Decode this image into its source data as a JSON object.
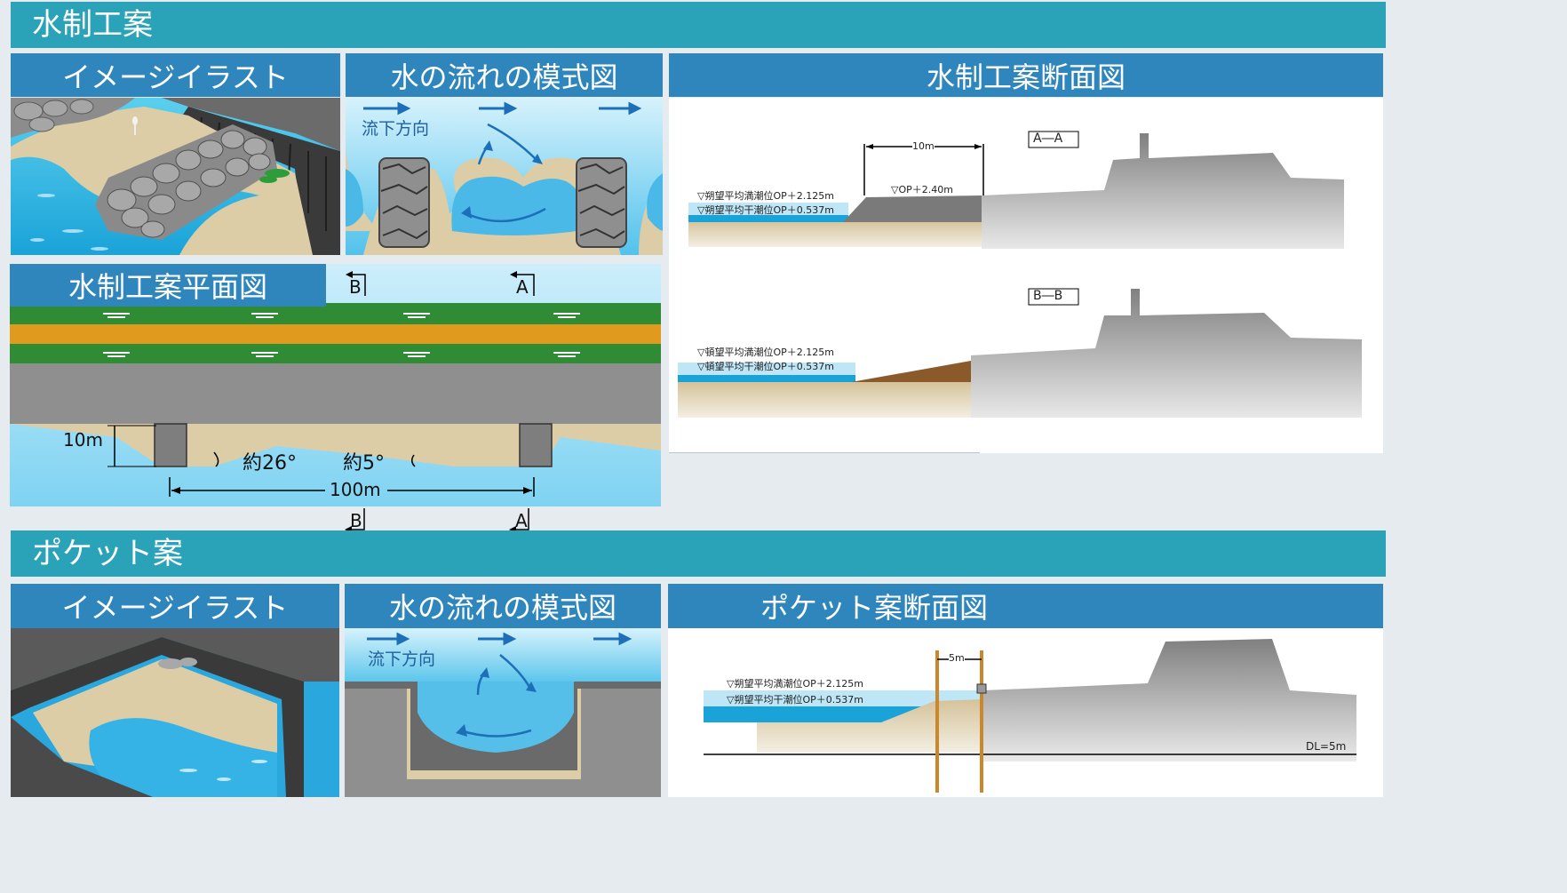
{
  "sections": {
    "groin": {
      "title": "水制工案",
      "illustration_title": "イメージイラスト",
      "flow_title": "水の流れの模式図",
      "flow_direction": "流下方向",
      "cross_title": "水制工案断面図",
      "plan_title": "水制工案平面図",
      "plan": {
        "height_label": "10m",
        "angle1": "約26°",
        "angle2": "約5°",
        "span_label": "100m",
        "mark_b": "B",
        "mark_a": "A"
      },
      "section_aa": {
        "label": "A―A",
        "width_label": "10m",
        "op_label": "▽OP＋2.40m",
        "high_tide": "▽朔望平均満潮位OP＋2.125m",
        "low_tide": "▽朔望平均干潮位OP＋0.537m"
      },
      "section_bb": {
        "label": "B―B",
        "high_tide": "▽頓望平均満潮位OP＋2.125m",
        "low_tide": "▽頓望平均干潮位OP＋0.537m"
      }
    },
    "pocket": {
      "title": "ポケット案",
      "illustration_title": "イメージイラスト",
      "flow_title": "水の流れの模式図",
      "flow_direction": "流下方向",
      "cross_title": "ポケット案断面図",
      "section": {
        "width_label": "5m",
        "high_tide": "▽朔望平均満潮位OP＋2.125m",
        "low_tide": "▽朔望平均干潮位OP＋0.537m",
        "dl_label": "DL=5m"
      }
    }
  },
  "colors": {
    "section_bar": "#2aa2b8",
    "panel_header": "#2f86bd",
    "water_light": "#bfe6f7",
    "water_mid": "#5cc6ec",
    "water_deep": "#1a9fd6",
    "sand": "#d8c9a2",
    "concrete": "#8d8d8d",
    "grass": "#2f8c35",
    "orange_band": "#e09a1e"
  }
}
